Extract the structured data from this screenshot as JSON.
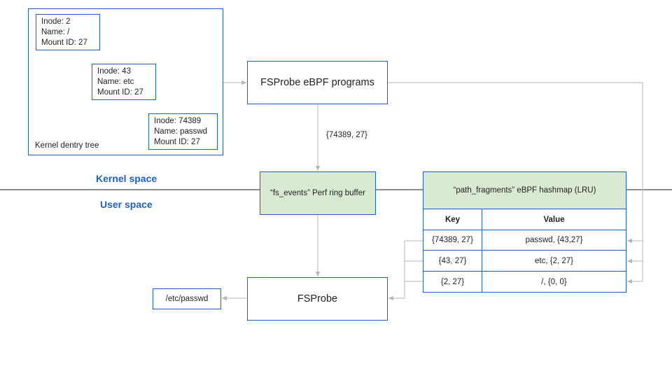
{
  "dentry_tree": {
    "caption": "Kernel dentry tree",
    "nodes": [
      {
        "inode": "Inode: 2",
        "name": "Name: /",
        "mount": "Mount ID: 27"
      },
      {
        "inode": "Inode: 43",
        "name": "Name: etc",
        "mount": "Mount ID: 27"
      },
      {
        "inode": "Inode: 74389",
        "name": "Name: passwd",
        "mount": "Mount ID: 27"
      }
    ]
  },
  "programs": "FSProbe eBPF programs",
  "event_label": "{74389, 27}",
  "kernel_space": "Kernel space",
  "user_space": "User space",
  "ring_buffer": "“fs_events” Perf ring buffer",
  "hashmap": {
    "title": "“path_fragments” eBPF hashmap (LRU)",
    "key_header": "Key",
    "value_header": "Value",
    "rows": [
      {
        "key": "{74389, 27}",
        "value": "passwd, {43,27}"
      },
      {
        "key": "{43, 27}",
        "value": "etc, {2, 27}"
      },
      {
        "key": "{2, 27}",
        "value": "/, {0, 0}"
      }
    ]
  },
  "fsprobe": "FSProbe",
  "output_path": "/etc/passwd",
  "colors": {
    "border": "#1f5fbf",
    "green": "#d9ead3",
    "arrow": "#b7b7b7",
    "divider": "#1f1f1f"
  }
}
